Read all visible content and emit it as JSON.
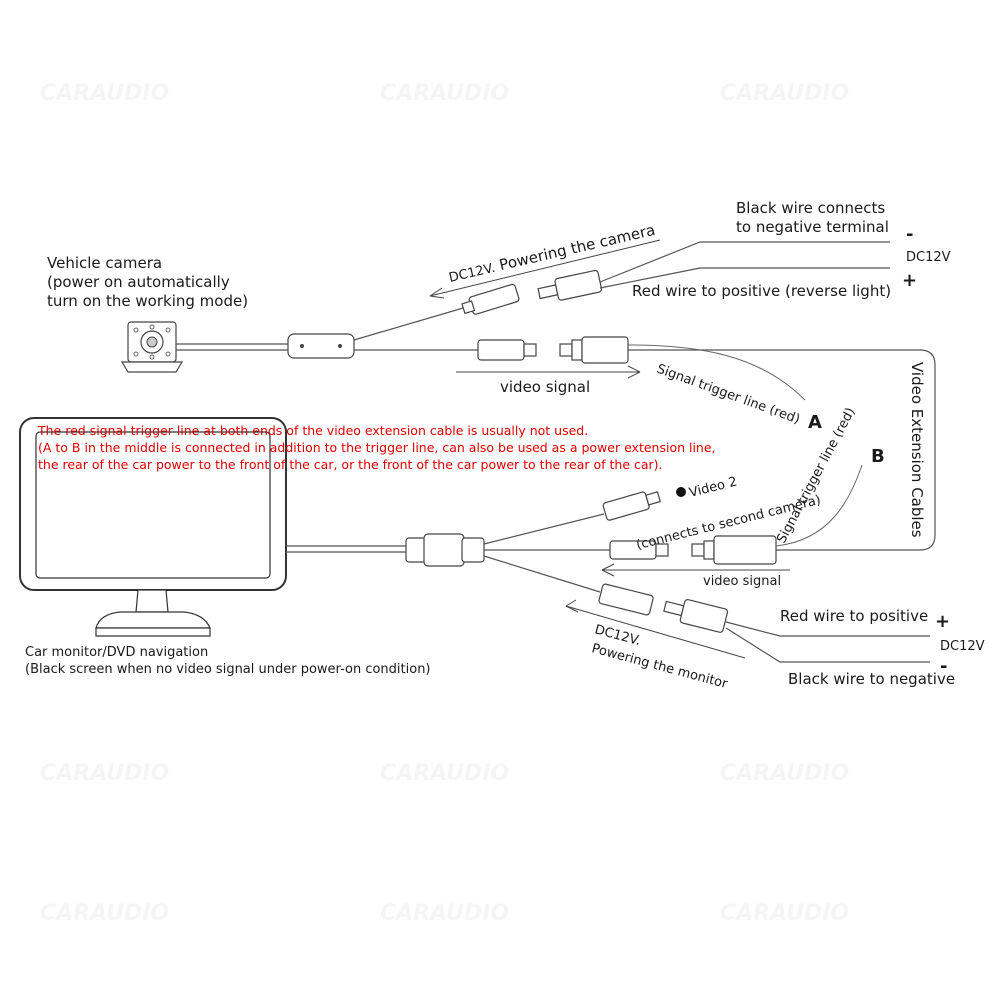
{
  "labels": {
    "vehicle_camera": "Vehicle camera",
    "vehicle_camera_note1": "(power on automatically",
    "vehicle_camera_note2": "turn on the working mode)",
    "powering_camera_prefix": "DC12V.",
    "powering_camera": "Powering the camera",
    "black_wire_top1": "Black wire connects",
    "black_wire_top2": "to negative terminal",
    "minus_top": "-",
    "dc12v_top": "DC12V",
    "plus_top": "+",
    "red_wire_top": "Red wire to positive (reverse light)",
    "video_signal_top": "video signal",
    "signal_trigger_a": "Signal trigger line (red)",
    "letter_a": "A",
    "signal_trigger_b": "Signal trigger line (red)",
    "letter_b": "B",
    "video_extension": "Video Extension Cables",
    "video2": "Video 2",
    "video2_note": "(connects to second camera)",
    "video_signal_bottom": "video signal",
    "red_wire_bottom": "Red wire to positive",
    "plus_bottom": "+",
    "dc12v_bottom": "DC12V",
    "minus_bottom": "-",
    "black_wire_bottom": "Black wire to negative",
    "powering_monitor_prefix": "DC12V.",
    "powering_monitor": "Powering the monitor",
    "car_monitor": "Car monitor/DVD navigation",
    "car_monitor_note": "(Black screen when no video signal under power-on condition)"
  },
  "note": {
    "line1": "The red signal trigger line at both ends of the video extension cable is usually not used.",
    "line2": "(A to B in the middle is connected in addition to the trigger line, can also be used as a power extension line,",
    "line3": "the rear of the car power to the front of the car, or the front of the car power to the rear of the car)."
  },
  "colors": {
    "note_text": "#e00000",
    "line": "#555555"
  }
}
